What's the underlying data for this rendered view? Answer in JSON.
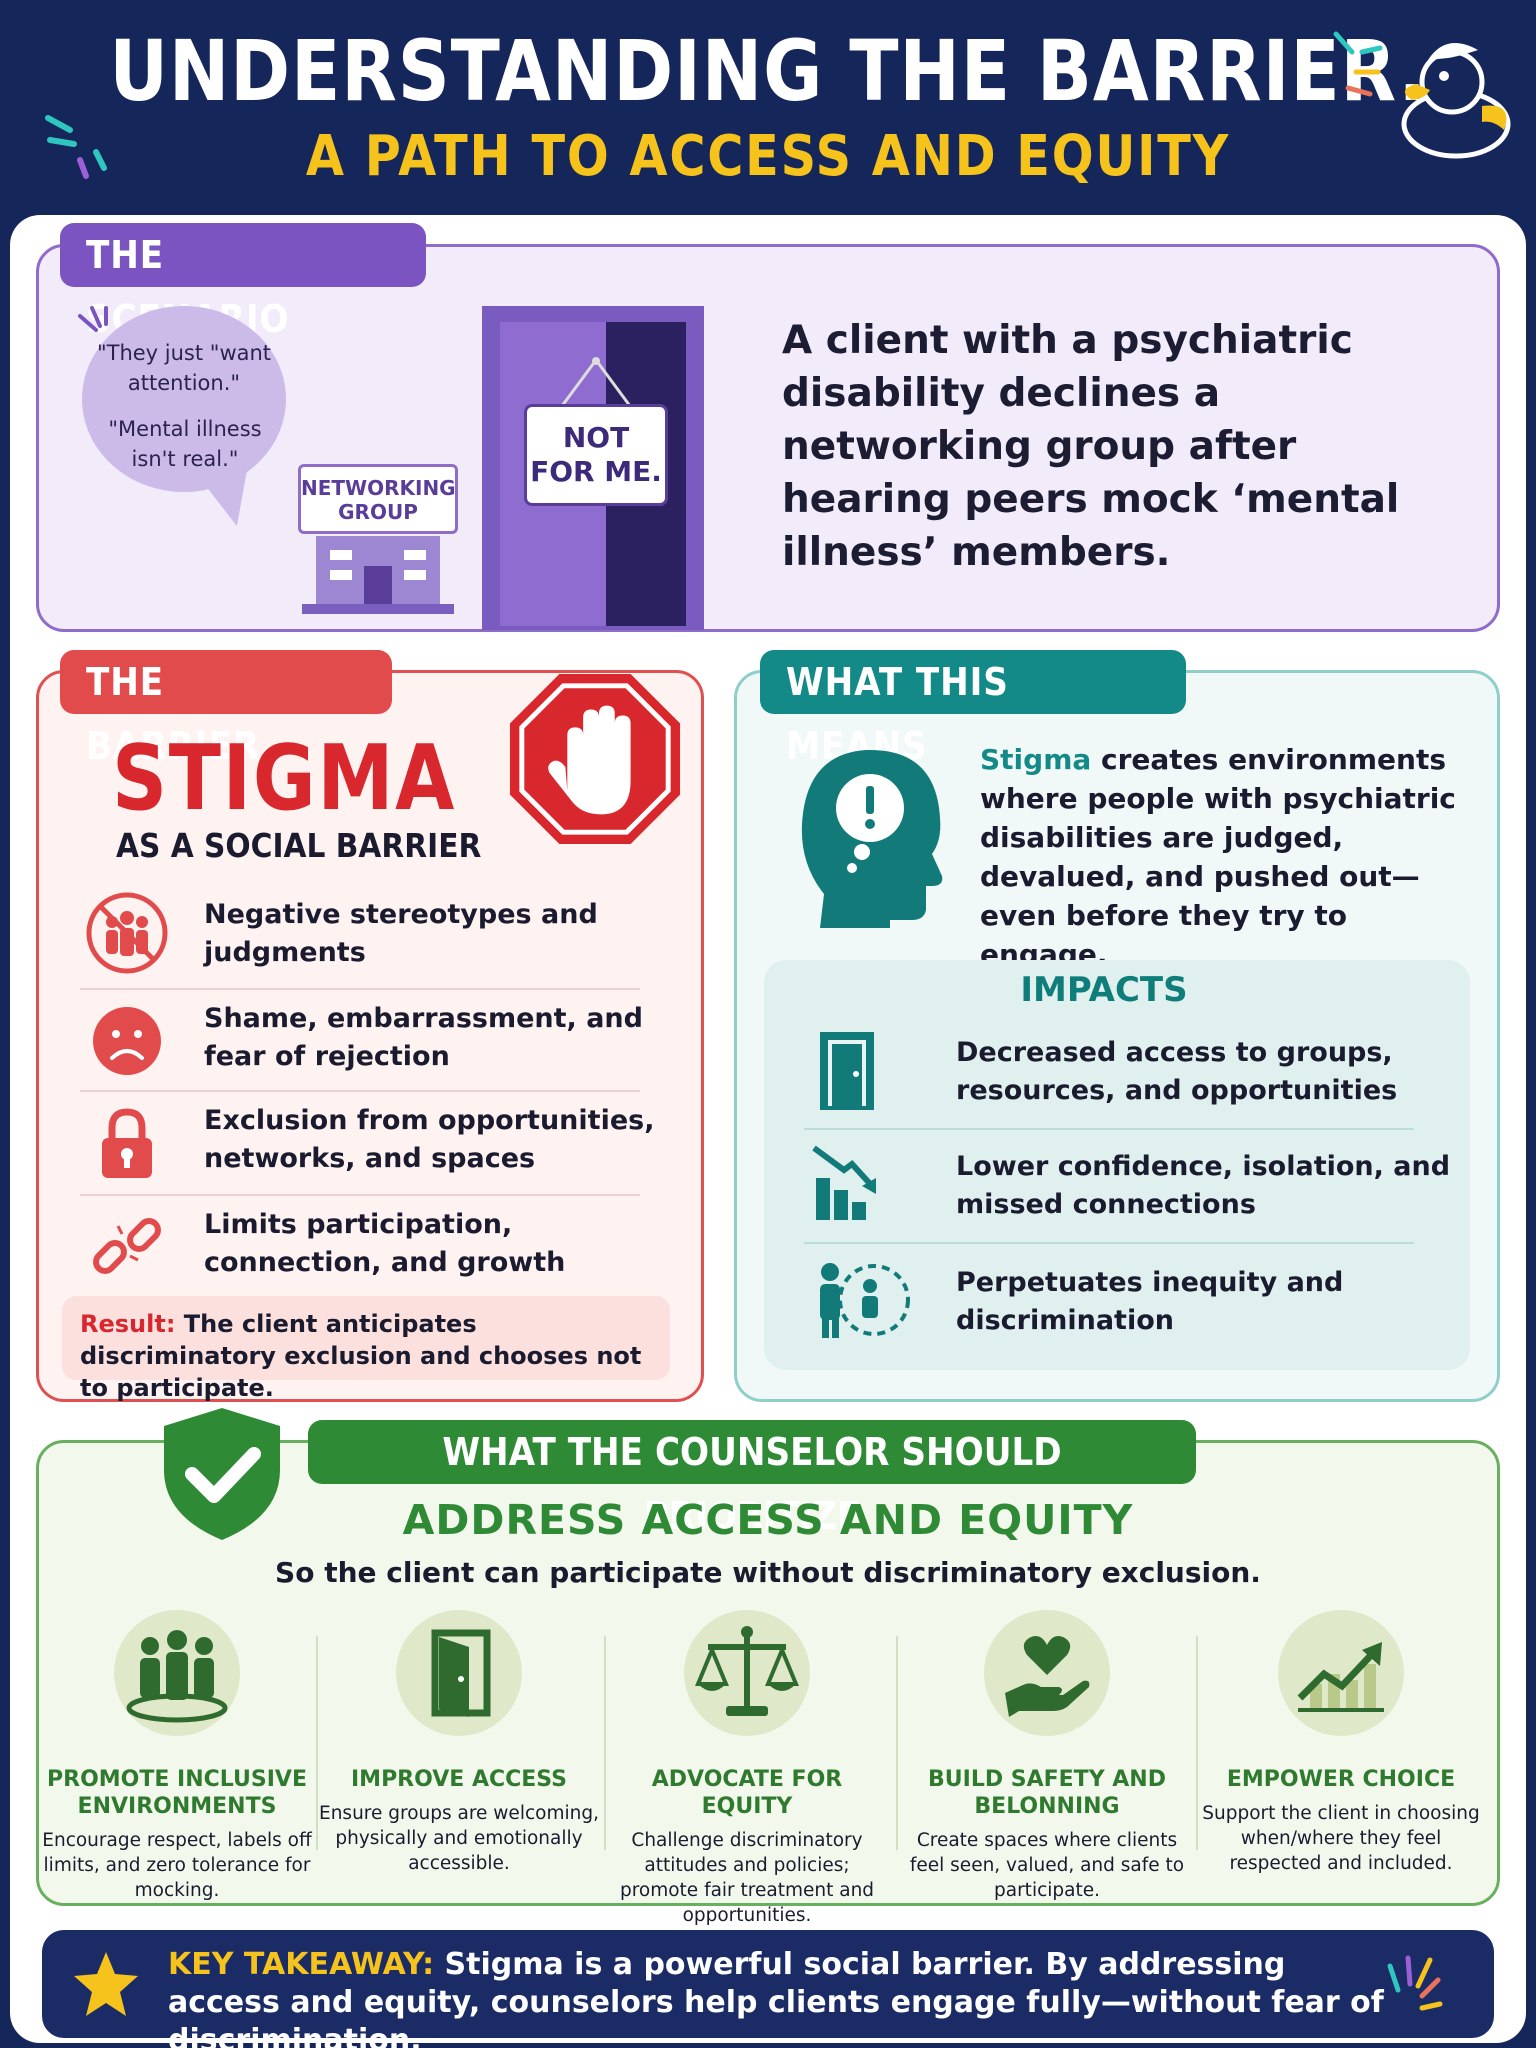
{
  "header": {
    "title": "UNDERSTANDING THE BARRIER.",
    "subtitle": "A PATH TO ACCESS AND EQUITY"
  },
  "scenario": {
    "tag": "THE SCENARIO",
    "quote1": "\"They just \"want attention.\"",
    "quote2": "\"Mental illness isn't real.\"",
    "building_sign": "NETWORKING GROUP",
    "door_sign": "NOT FOR ME.",
    "text": "A client with a psychiatric disability declines a networking group after hearing peers mock ‘mental illness’ members."
  },
  "barrier": {
    "tag": "THE BARRIER",
    "headline": "STIGMA",
    "subheadline": "AS A SOCIAL BARRIER",
    "items": [
      {
        "icon": "no-group-icon",
        "text": "Negative stereotypes and judgments"
      },
      {
        "icon": "sad-face-icon",
        "text": "Shame, embarrassment, and fear of rejection"
      },
      {
        "icon": "lock-icon",
        "text": "Exclusion from opportunities, networks, and spaces"
      },
      {
        "icon": "broken-link-icon",
        "text": "Limits participation, connection, and growth"
      }
    ],
    "result_label": "Result:",
    "result_text": "The client anticipates discriminatory exclusion and chooses not to participate."
  },
  "means": {
    "tag": "WHAT THIS MEANS",
    "highlight": "Stigma",
    "text": "creates environments where people with psychiatric disabilities are judged, devalued, and pushed out—even before they try to engage.",
    "impacts_title": "IMPACTS",
    "impacts": [
      {
        "icon": "door-icon",
        "text": "Decreased access to groups, resources, and opportunities"
      },
      {
        "icon": "declining-chart-icon",
        "text": "Lower confidence, isolation, and missed connections"
      },
      {
        "icon": "inequity-icon",
        "text": "Perpetuates inequity and discrimination"
      }
    ]
  },
  "counselor": {
    "tag": "WHAT THE COUNSELOR SHOULD PRIORITIZE",
    "heading": "ADDRESS ACCESS AND EQUITY",
    "subheading": "So the client can participate without discriminatory exclusion.",
    "columns": [
      {
        "icon": "inclusive-group-icon",
        "title": "PROMOTE INCLUSIVE ENVIRONMENTS",
        "desc": "Encourage respect, labels off limits, and zero tolerance for mocking."
      },
      {
        "icon": "open-door-icon",
        "title": "IMPROVE ACCESS",
        "desc": "Ensure groups are welcoming, physically and emotionally accessible."
      },
      {
        "icon": "scales-icon",
        "title": "ADVOCATE FOR EQUITY",
        "desc": "Challenge discriminatory attitudes and policies; promote fair treatment and opportunities."
      },
      {
        "icon": "heart-hand-icon",
        "title": "BUILD SAFETY AND BELONNING",
        "desc": "Create spaces where clients feel seen, valued, and safe to participate."
      },
      {
        "icon": "growth-chart-icon",
        "title": "EMPOWER CHOICE",
        "desc": "Support the client in choosing when/where they feel respected and included."
      }
    ]
  },
  "takeaway": {
    "label": "KEY TAKEAWAY:",
    "text": "Stigma is a powerful social barrier. By addressing access and equity, counselors help clients engage fully—without fear of discrimination."
  },
  "colors": {
    "navy": "#15265a",
    "gold": "#f6c21c",
    "purple": "#7b54c2",
    "red": "#e24b4b",
    "teal": "#138a87",
    "green": "#2f8a36"
  }
}
